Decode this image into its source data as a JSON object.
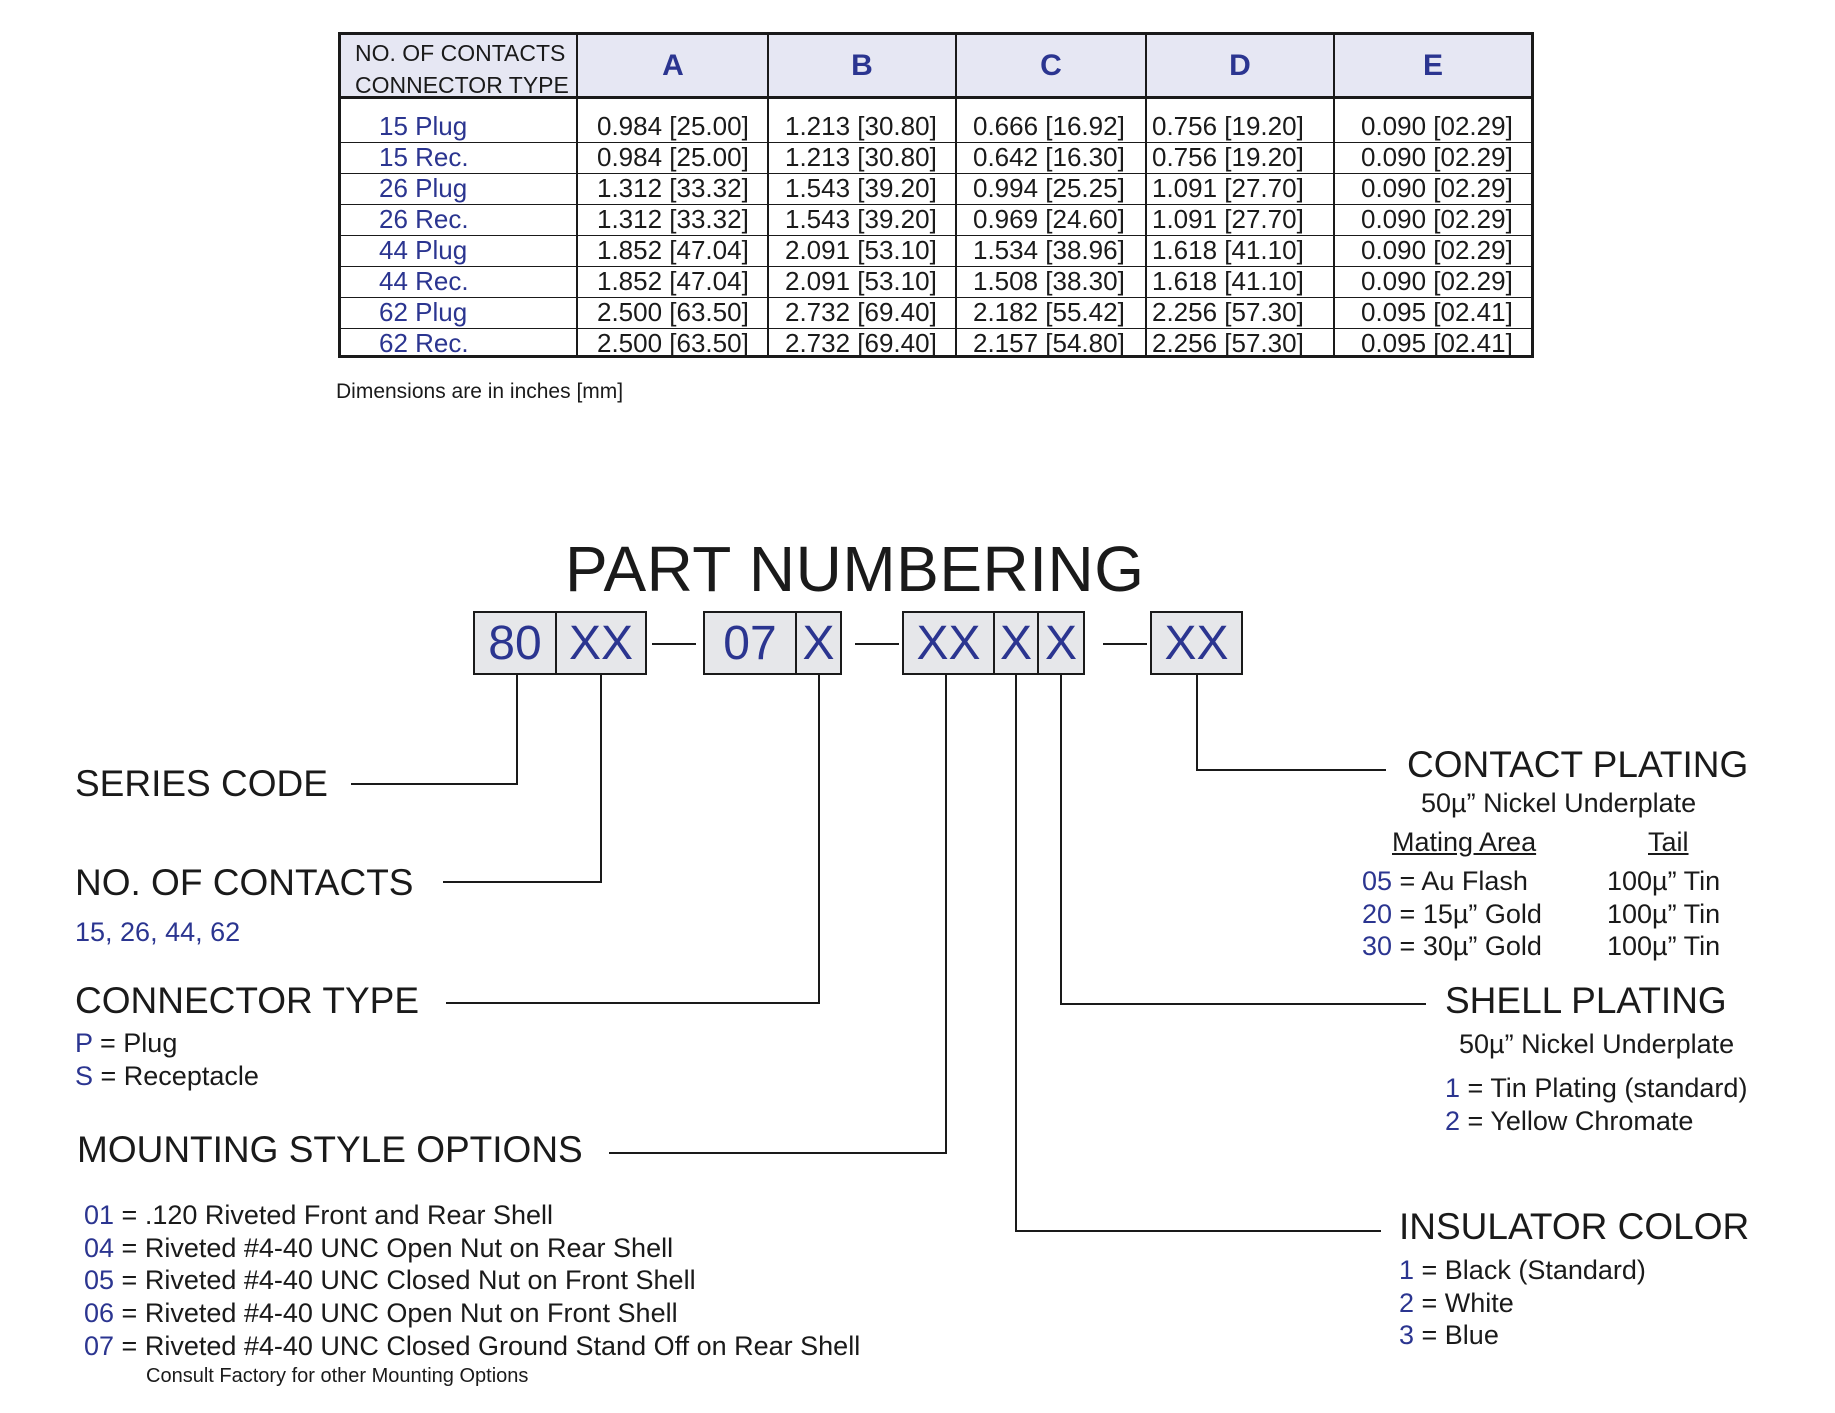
{
  "table": {
    "header_first": [
      "NO. OF CONTACTS",
      "CONNECTOR TYPE"
    ],
    "columns": [
      "A",
      "B",
      "C",
      "D",
      "E"
    ],
    "rows": [
      {
        "type": "15 Plug",
        "a": "0.984 [25.00]",
        "b": "1.213 [30.80]",
        "c": "0.666 [16.92]",
        "d": "0.756  [19.20]",
        "e": "0.090 [02.29]"
      },
      {
        "type": "15 Rec.",
        "a": "0.984 [25.00]",
        "b": "1.213 [30.80]",
        "c": "0.642 [16.30]",
        "d": "0.756  [19.20]",
        "e": "0.090 [02.29]"
      },
      {
        "type": "26 Plug",
        "a": "1.312 [33.32]",
        "b": "1.543 [39.20]",
        "c": "0.994 [25.25]",
        "d": "1.091  [27.70]",
        "e": "0.090 [02.29]"
      },
      {
        "type": "26 Rec.",
        "a": "1.312 [33.32]",
        "b": "1.543 [39.20]",
        "c": "0.969 [24.60]",
        "d": "1.091  [27.70]",
        "e": "0.090 [02.29]"
      },
      {
        "type": "44 Plug",
        "a": "1.852 [47.04]",
        "b": "2.091 [53.10]",
        "c": "1.534 [38.96]",
        "d": "1.618  [41.10]",
        "e": "0.090 [02.29]"
      },
      {
        "type": "44 Rec.",
        "a": "1.852 [47.04]",
        "b": "2.091 [53.10]",
        "c": "1.508 [38.30]",
        "d": "1.618  [41.10]",
        "e": "0.090 [02.29]"
      },
      {
        "type": "62 Plug",
        "a": "2.500 [63.50]",
        "b": "2.732 [69.40]",
        "c": "2.182 [55.42]",
        "d": "2.256  [57.30]",
        "e": "0.095 [02.41]"
      },
      {
        "type": "62 Rec.",
        "a": "2.500 [63.50]",
        "b": "2.732 [69.40]",
        "c": "2.157 [54.80]",
        "d": "2.256  [57.30]",
        "e": "0.095 [02.41]"
      }
    ],
    "note": "Dimensions are in inches  [mm]"
  },
  "part_numbering": {
    "title": "PART NUMBERING",
    "boxes": [
      "80",
      "XX",
      "07",
      "X",
      "XX",
      "X",
      "X",
      "XX"
    ]
  },
  "series_code": {
    "heading": "SERIES CODE"
  },
  "contacts": {
    "heading": "NO. OF CONTACTS",
    "values": "15, 26, 44, 62"
  },
  "connector_type": {
    "heading": "CONNECTOR TYPE",
    "options": [
      {
        "code": "P",
        "desc": " = Plug"
      },
      {
        "code": "S",
        "desc": " = Receptacle"
      }
    ]
  },
  "mounting": {
    "heading": "MOUNTING STYLE OPTIONS",
    "options": [
      {
        "code": "01",
        "desc": " = .120 Riveted Front and Rear Shell"
      },
      {
        "code": "04",
        "desc": " =  Riveted #4-40 UNC Open Nut on Rear Shell"
      },
      {
        "code": "05",
        "desc": " =  Riveted #4-40 UNC Closed Nut on Front Shell"
      },
      {
        "code": "06",
        "desc": " = Riveted #4-40 UNC Open Nut on Front Shell"
      },
      {
        "code": "07",
        "desc": " = Riveted #4-40 UNC Closed Ground Stand Off on Rear Shell"
      }
    ],
    "note": "Consult Factory for other Mounting Options"
  },
  "contact_plating": {
    "heading": "CONTACT PLATING",
    "underplate": "50µ” Nickel Underplate",
    "col_mating": "Mating Area",
    "col_tail": "Tail",
    "options": [
      {
        "code": "05",
        "desc": " = Au Flash",
        "tail": "100µ” Tin"
      },
      {
        "code": "20",
        "desc": " = 15µ” Gold",
        "tail": "100µ” Tin"
      },
      {
        "code": "30",
        "desc": " = 30µ” Gold",
        "tail": "100µ” Tin"
      }
    ]
  },
  "shell_plating": {
    "heading": "SHELL PLATING",
    "underplate": "50µ” Nickel Underplate",
    "options": [
      {
        "code": "1",
        "desc": " = Tin Plating (standard)"
      },
      {
        "code": "2",
        "desc": " = Yellow Chromate"
      }
    ]
  },
  "insulator_color": {
    "heading": "INSULATOR COLOR",
    "options": [
      {
        "code": "1",
        "desc": " = Black (Standard)"
      },
      {
        "code": "2",
        "desc": " = White"
      },
      {
        "code": "3",
        "desc": " = Blue"
      }
    ]
  }
}
